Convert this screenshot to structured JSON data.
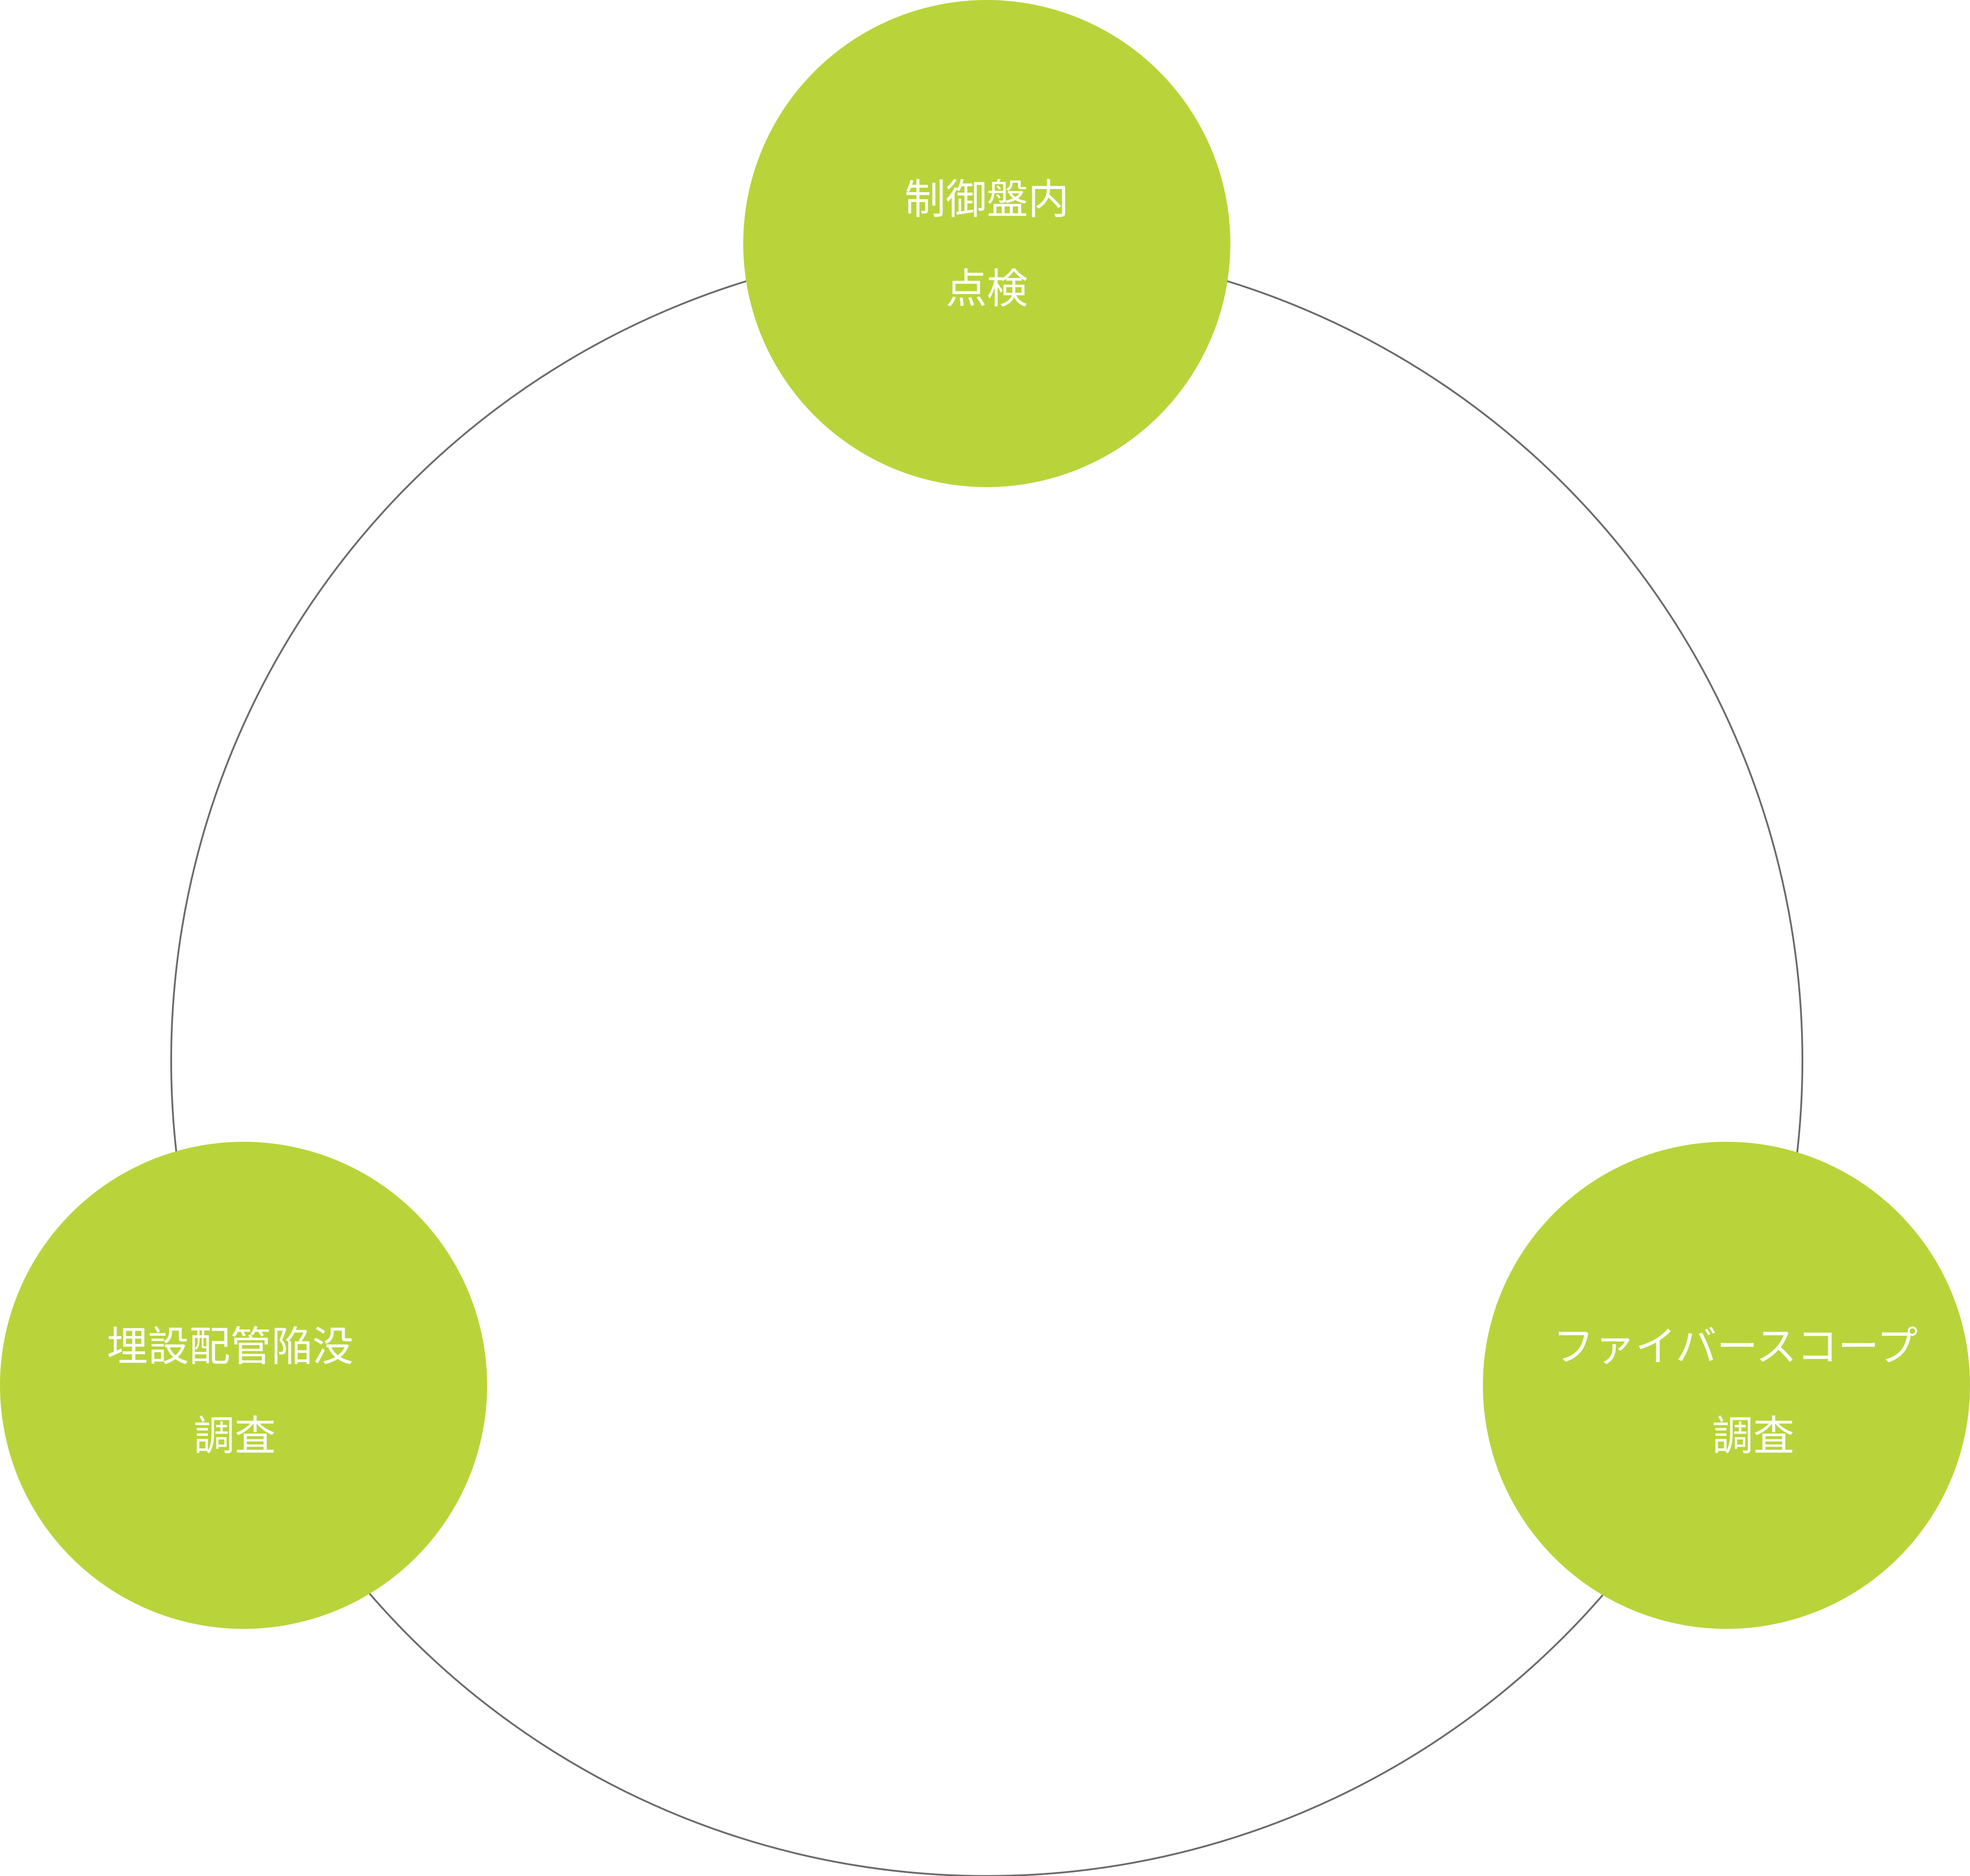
{
  "diagram": {
    "colors": {
      "background": "#ffffff",
      "node_fill": "#b9d43a",
      "ring_stroke": "#6b6b6b",
      "node_text": "#ffffff"
    },
    "nodes": [
      {
        "line1": "制御盤内",
        "line2": "点検"
      },
      {
        "line1": "埋設配管陥没",
        "line2": "調査"
      },
      {
        "line1": "ファイバースコープ",
        "line2": "調査"
      }
    ]
  }
}
